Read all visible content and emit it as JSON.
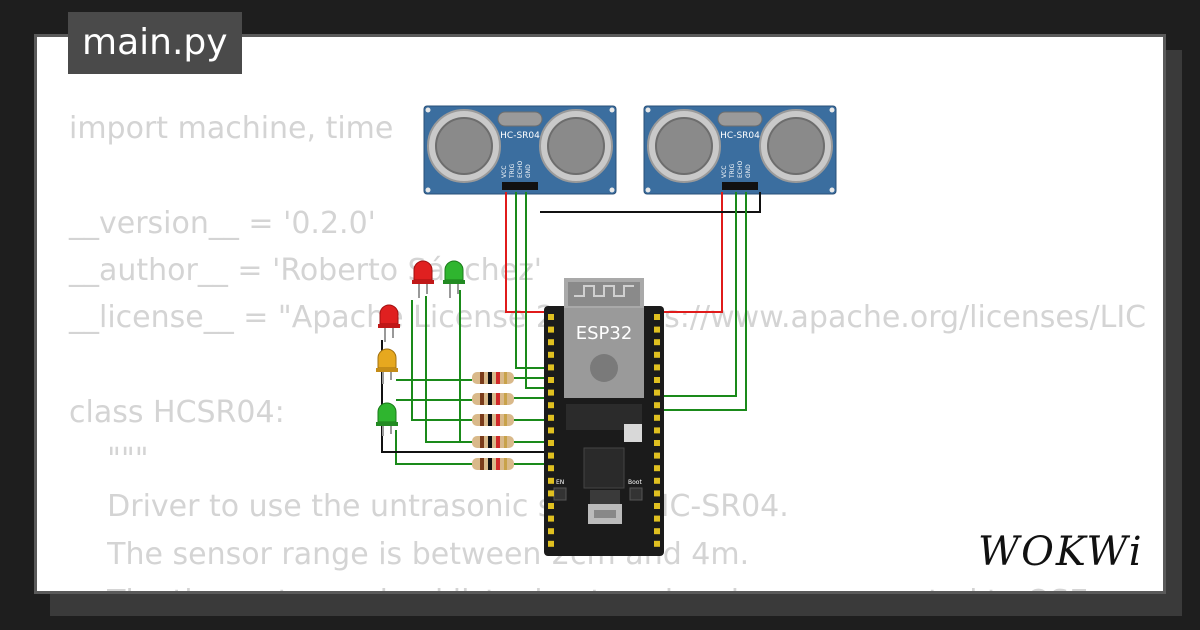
{
  "tab": {
    "filename": "main.py"
  },
  "code_lines": [
    "import machine, time",
    "",
    "__version__ = '0.2.0'",
    "__author__ = 'Roberto Sánchez'",
    "__license__ = \"Apache License 2.0. https://www.apache.org/licenses/LIC",
    "",
    "class HCSR04:",
    "    \"\"\"",
    "    Driver to use the untrasonic sensor HC-SR04.",
    "    The sensor range is between 2cm and 4m.",
    "    The timeouts received listening to echo pin are converted to OSE"
  ],
  "components": {
    "sensor_label": "HC-SR04",
    "sensor_pins": [
      "VCC",
      "TRIG",
      "ECHO",
      "GND"
    ],
    "board_label": "ESP32",
    "boot_label": "Boot",
    "en_label": "EN"
  },
  "logo": {
    "text": "WOKWi"
  },
  "colors": {
    "sensor_blue": "#3b6e9f",
    "board": "#1b1b1b",
    "wire_red": "#e01b1b",
    "wire_green": "#1a8a1a",
    "wire_black": "#111111",
    "code_text": "#d4d4d4",
    "tab_bg": "#4a4a4a"
  }
}
